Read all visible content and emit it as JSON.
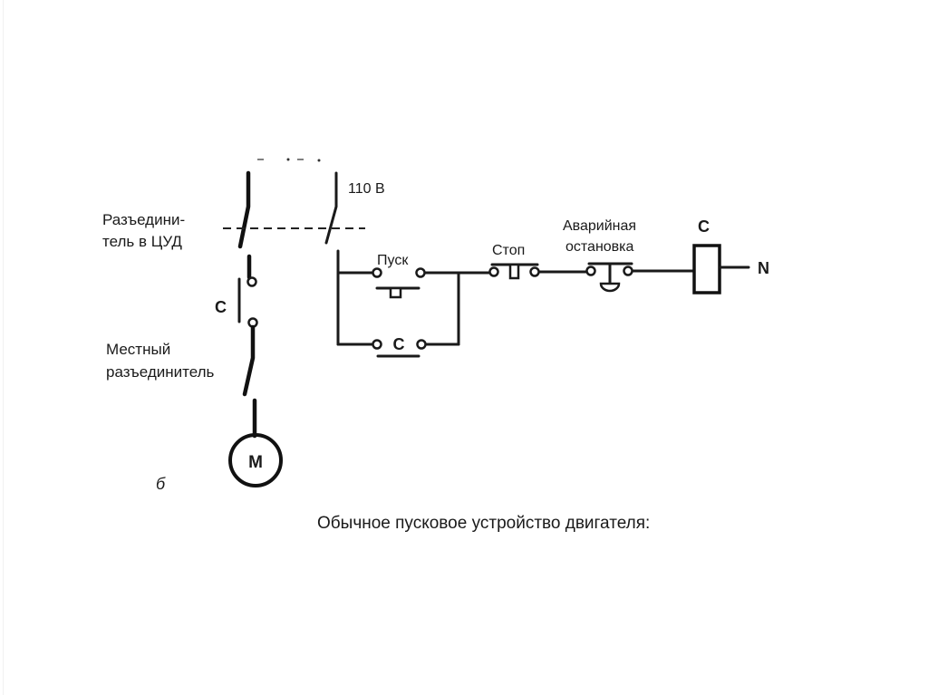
{
  "diagram": {
    "figure_letter": "б",
    "caption": "Обычное пусковое устройство двигателя:",
    "labels": {
      "isolator_cud_line1": "Разъедини-",
      "isolator_cud_line2": "тель в ЦУД",
      "contactor_main": "С",
      "local_isolator_line1": "Местный",
      "local_isolator_line2": "разъединитель",
      "motor": "М",
      "voltage": "110 В",
      "start_button": "Пуск",
      "hold_contact": "С",
      "stop_button": "Стоп",
      "emergency_line1": "Аварийная",
      "emergency_line2": "остановка",
      "coil": "С",
      "neutral": "N"
    },
    "components": [
      {
        "id": "isolator-cud",
        "type": "ganged-isolator",
        "label": "Разъединитель в ЦУД"
      },
      {
        "id": "contactor-main",
        "type": "normally-open-contact",
        "label": "С"
      },
      {
        "id": "local-isolator",
        "type": "isolator",
        "label": "Местный разъединитель"
      },
      {
        "id": "motor",
        "type": "motor",
        "label": "М"
      },
      {
        "id": "start-button",
        "type": "push-button-no",
        "label": "Пуск"
      },
      {
        "id": "hold-contact",
        "type": "auxiliary-contact-no",
        "label": "С"
      },
      {
        "id": "stop-button",
        "type": "push-button-nc",
        "label": "Стоп"
      },
      {
        "id": "emergency-stop",
        "type": "mushroom-push-button-nc",
        "label": "Аварийная остановка"
      },
      {
        "id": "coil",
        "type": "contactor-coil",
        "label": "С"
      }
    ]
  }
}
